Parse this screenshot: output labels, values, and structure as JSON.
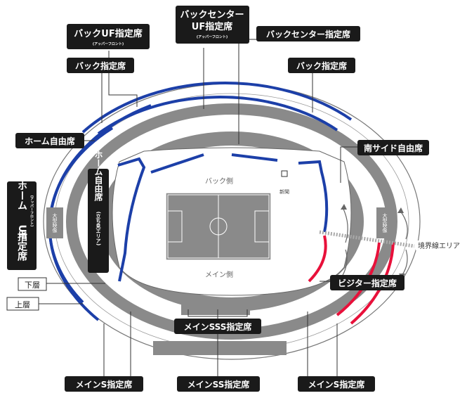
{
  "labels": {
    "back_uf": "バックUF指定席",
    "back_uf_sub": "(アッパーフロント)",
    "back_center_uf_1": "バックセンター",
    "back_center_uf_2": "UF指定席",
    "back_center_uf_sub": "(アッパーフロント)",
    "back_center": "バックセンター指定席",
    "back_left": "バック指定席",
    "back_right": "バック指定席",
    "home_free": "ホーム自由席",
    "home_uf_1": "ホーム",
    "home_uf_2": "UF",
    "home_uf_3": "指定席",
    "home_uf_sub": "(アッパーフロント)",
    "home_free_standing_1": "ホーム自由席",
    "home_free_standing_2": "(立ち見エリア)",
    "south_side_free": "南サイド自由席",
    "visitor": "ビジター指定席",
    "boundary": "境界線エリア",
    "lower_tier": "下層",
    "upper_tier": "上層",
    "main_sss": "メインSSS指定席",
    "main_s_left": "メインS指定席",
    "main_ss": "メインSS指定席",
    "main_s_right": "メインS指定席",
    "back_side": "バック側",
    "main_side": "メイン側",
    "screen_left": "大型映像",
    "screen_right": "大型映像",
    "newspaper": "新聞"
  },
  "colors": {
    "home_blue": "#1c3fa8",
    "visitor_red": "#e8103a",
    "stand_gray": "#8a8a8a",
    "label_black": "#1a1a1a"
  },
  "icons": {
    "screen": "large-screen-icon",
    "boundary": "boundary-strip-icon",
    "arrow": "curved-arrow-icon"
  }
}
